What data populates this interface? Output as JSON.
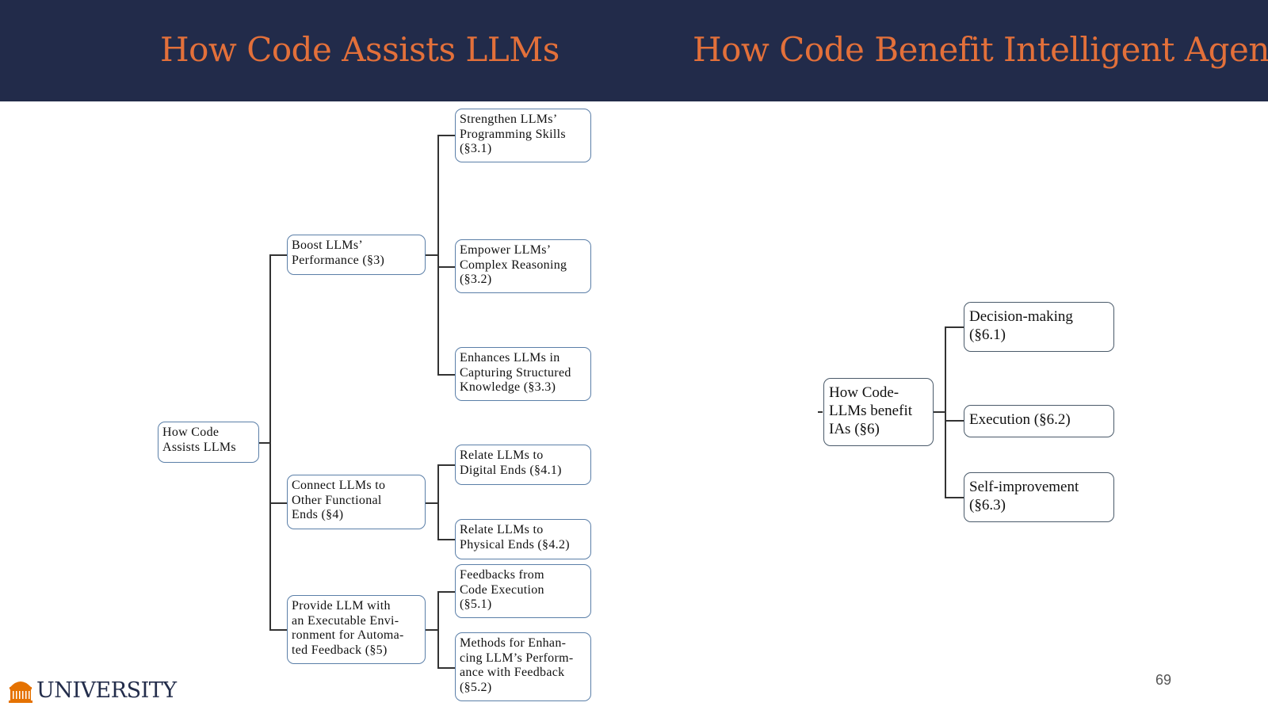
{
  "header": {
    "title_left": "How Code Assists LLMs",
    "title_right": "How Code Benefit Intelligent Agents",
    "background_color": "#222b4a",
    "title_color": "#e3703a"
  },
  "left_tree": {
    "root": "How Code\nAssists LLMs",
    "branches": [
      {
        "label": "Boost LLMs’\nPerformance (§3)",
        "children": [
          "Strengthen LLMs’\nProgramming Skills\n(§3.1)",
          "Empower LLMs’\nComplex Reasoning\n(§3.2)",
          "Enhances LLMs in\nCapturing Structured\nKnowledge (§3.3)"
        ]
      },
      {
        "label": "Connect LLMs to\nOther Functional\nEnds (§4)",
        "children": [
          "Relate LLMs to\nDigital Ends (§4.1)",
          "Relate LLMs to\nPhysical Ends (§4.2)"
        ]
      },
      {
        "label": "Provide LLM with\nan Executable Envi-\nronment for Automa-\nted Feedback (§5)",
        "children": [
          "Feedbacks from\nCode Execution\n(§5.1)",
          "Methods for Enhan-\ncing LLM’s Perform-\nance with Feedback\n(§5.2)"
        ]
      }
    ]
  },
  "right_tree": {
    "root": "How Code-\nLLMs benefit\nIAs (§6)",
    "children": [
      "Decision-making\n(§6.1)",
      "Execution (§6.2)",
      "Self-improvement\n(§6.3)"
    ]
  },
  "footer": {
    "logo_text_main": "UNIVERSITY",
    "page_number": "69"
  }
}
